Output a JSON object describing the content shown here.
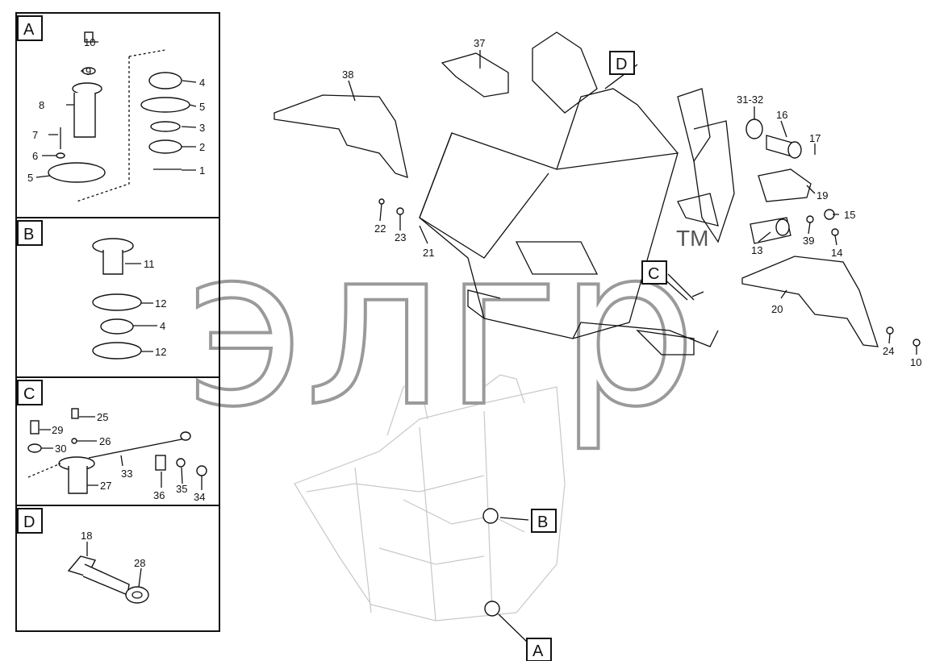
{
  "panels": [
    {
      "id": "A",
      "labels": [
        "10",
        "9",
        "8",
        "7",
        "6",
        "5",
        "4",
        "5",
        "3",
        "2",
        "1"
      ]
    },
    {
      "id": "B",
      "labels": [
        "11",
        "12",
        "4",
        "12"
      ]
    },
    {
      "id": "C",
      "labels": [
        "29",
        "25",
        "26",
        "30",
        "33",
        "27",
        "36",
        "35",
        "34"
      ]
    },
    {
      "id": "D",
      "labels": [
        "18",
        "28"
      ]
    }
  ],
  "main": {
    "callouts": [
      "A",
      "B",
      "C",
      "D"
    ],
    "labels": [
      "38",
      "37",
      "31-32",
      "16",
      "17",
      "19",
      "15",
      "22",
      "23",
      "21",
      "39",
      "14",
      "13",
      "20",
      "24",
      "10"
    ]
  },
  "watermark": {
    "text": "элгр",
    "tm": "TM"
  }
}
